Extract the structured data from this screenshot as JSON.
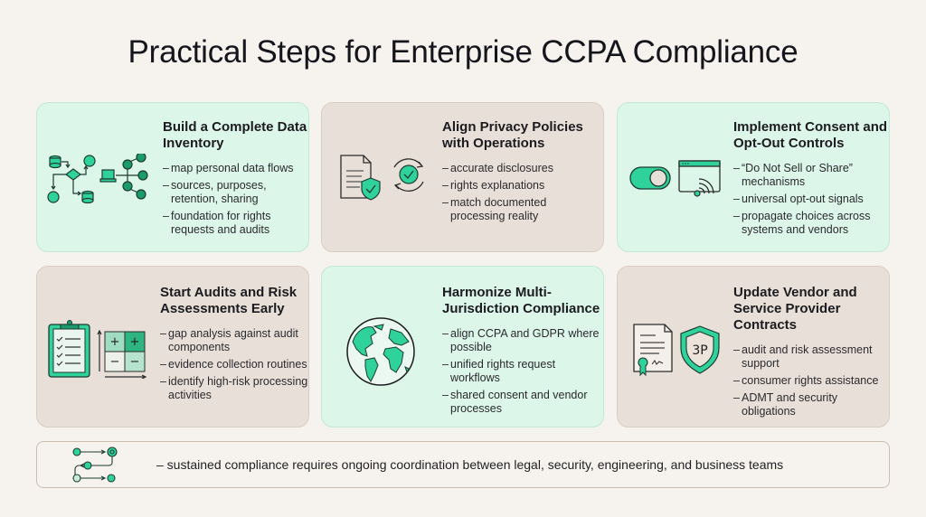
{
  "title": "Practical Steps for Enterprise CCPA Compliance",
  "colors": {
    "accent": "#2fd29a",
    "accent_dark": "#1a8f63",
    "outline": "#2b2b2b",
    "card_green": "#dcf6ea",
    "card_tan": "#e8e0d8",
    "background": "#f6f3ee"
  },
  "cards": [
    {
      "title": "Build a Complete Data Inventory",
      "icons": [
        "data-flow-diagram-icon",
        "network-computer-icon"
      ],
      "bullets": [
        "map personal data flows",
        "sources, purposes, retention, sharing",
        "foundation for rights requests and audits"
      ]
    },
    {
      "title": "Align Privacy Policies with Operations",
      "icons": [
        "document-shield-icon",
        "sync-check-icon"
      ],
      "bullets": [
        "accurate disclosures",
        "rights explanations",
        "match documented processing reality"
      ]
    },
    {
      "title": "Implement Consent and Opt-Out Controls",
      "icons": [
        "toggle-switch-icon",
        "browser-signal-icon"
      ],
      "bullets": [
        "“Do Not Sell or Share” mechanisms",
        "universal opt-out signals",
        "propagate choices across systems and vendors"
      ]
    },
    {
      "title": "Start Audits and Risk Assessments Early",
      "icons": [
        "checklist-clipboard-icon",
        "risk-matrix-icon"
      ],
      "bullets": [
        "gap analysis against audit components",
        "evidence collection routines",
        "identify high-risk processing activities"
      ],
      "matrix_labels": [
        "+",
        "+",
        "−",
        "−"
      ]
    },
    {
      "title": "Harmonize Multi-Jurisdiction Compliance",
      "icons": [
        "globe-icon"
      ],
      "bullets": [
        "align CCPA and GDPR where possible",
        "unified rights request workflows",
        "shared consent and vendor processes"
      ]
    },
    {
      "title": "Update Vendor and Service Provider Contracts",
      "icons": [
        "certified-contract-icon",
        "third-party-shield-icon"
      ],
      "bullets": [
        "audit and risk assessment support",
        "consumer rights assistance",
        "ADMT and security obligations"
      ],
      "shield_label": "3P"
    }
  ],
  "footer": {
    "icon": "workflow-path-icon",
    "text": "– sustained compliance requires ongoing coordination between legal, security, engineering, and business teams"
  },
  "dash": "–"
}
